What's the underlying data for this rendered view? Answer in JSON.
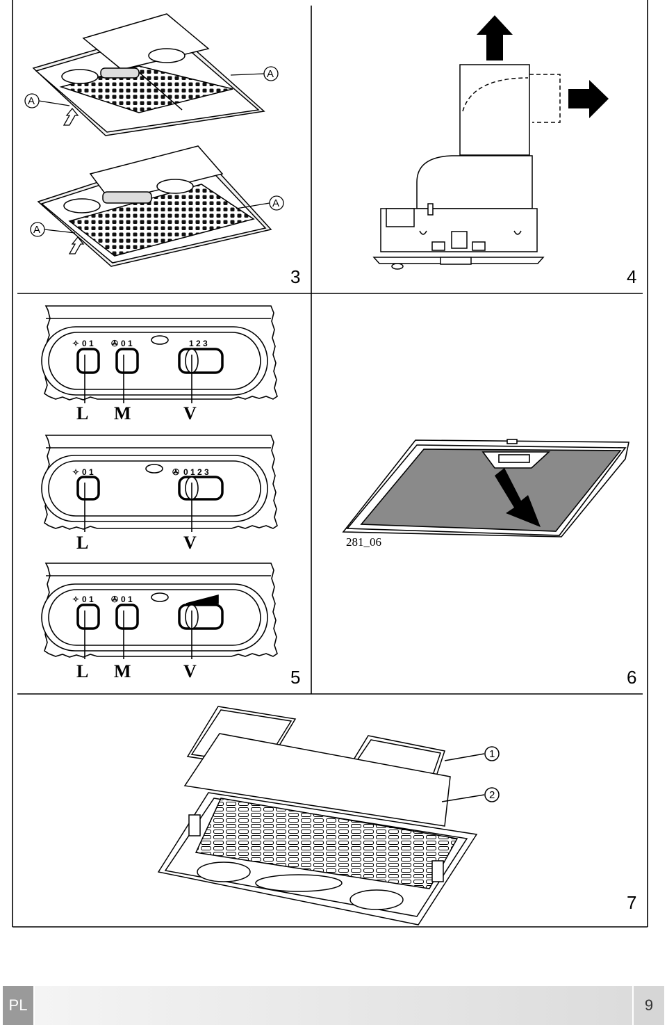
{
  "figures": {
    "fig3": {
      "number": "3",
      "callout": "A"
    },
    "fig4": {
      "number": "4"
    },
    "fig5": {
      "number": "5",
      "panel1": {
        "light_marks": "0 1",
        "motor_marks": "0 1",
        "speed_marks": "1 2 3",
        "labels": [
          "L",
          "M",
          "V"
        ]
      },
      "panel2": {
        "light_marks": "0 1",
        "speed_marks": "0 1 2 3",
        "labels": [
          "L",
          "V"
        ]
      },
      "panel3": {
        "light_marks": "0 1",
        "motor_marks": "0 1",
        "labels": [
          "L",
          "M",
          "V"
        ]
      }
    },
    "fig6": {
      "number": "6",
      "code": "281_06"
    },
    "fig7": {
      "number": "7",
      "callouts": [
        "1",
        "2"
      ]
    }
  },
  "footer": {
    "language": "PL",
    "page": "9"
  }
}
